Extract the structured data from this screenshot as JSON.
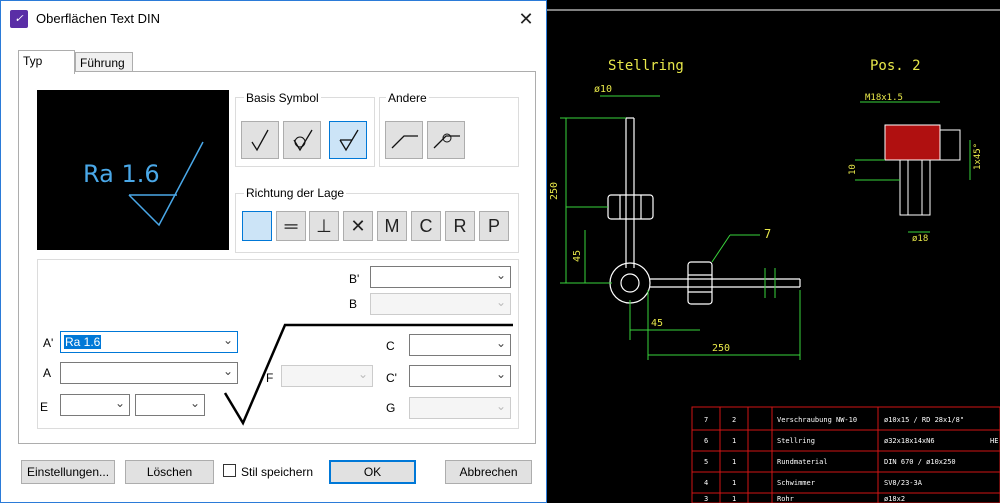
{
  "dialog": {
    "title": "Oberflächen Text DIN",
    "close_glyph": "✕",
    "tabs": [
      {
        "label": "Typ"
      },
      {
        "label": "Führung"
      }
    ],
    "preview_text": "Ra 1.6",
    "basis_symbol_label": "Basis Symbol",
    "andere_label": "Andere",
    "richtung_label": "Richtung der Lage",
    "richtung_buttons": [
      "",
      "═",
      "⊥",
      "✕",
      "M",
      "C",
      "R",
      "P"
    ],
    "fields": {
      "b_prime": {
        "label": "B'",
        "value": ""
      },
      "b": {
        "label": "B",
        "value": ""
      },
      "a_prime": {
        "label": "A'",
        "value": "Ra 1.6"
      },
      "a": {
        "label": "A",
        "value": ""
      },
      "e": {
        "label": "E",
        "value": ""
      },
      "f": {
        "label": "F",
        "value": ""
      },
      "c": {
        "label": "C",
        "value": ""
      },
      "c_prime": {
        "label": "C'",
        "value": ""
      },
      "g": {
        "label": "G",
        "value": ""
      }
    },
    "buttons": {
      "einstellungen": "Einstellungen...",
      "loeschen": "Löschen",
      "stil_speichern": "Stil speichern",
      "ok": "OK",
      "abbrechen": "Abbrechen"
    }
  },
  "drawing": {
    "title_left": "Stellring",
    "title_right": "Pos. 2",
    "dims": {
      "d10": "ø10",
      "d250": "250",
      "d45a": "45",
      "d45b": "45",
      "d250b": "250",
      "m18": "M18x1.5",
      "d10b": "10",
      "chamfer": "1x45°",
      "d18": "ø18",
      "pos7": "7"
    },
    "bom_rows": [
      [
        "7",
        "2",
        "",
        "Verschraubung NW-10",
        "ø10x15 / RD 28x1/8\""
      ],
      [
        "6",
        "1",
        "",
        "Stellring",
        "ø32x18x14xN6",
        "HE"
      ],
      [
        "5",
        "1",
        "",
        "Rundmaterial",
        "DIN 670 / ø10x250"
      ],
      [
        "4",
        "1",
        "",
        "Schwimmer",
        "SV8/23-3A"
      ],
      [
        "3",
        "1",
        "",
        "Rohr",
        "ø18x2"
      ]
    ]
  }
}
